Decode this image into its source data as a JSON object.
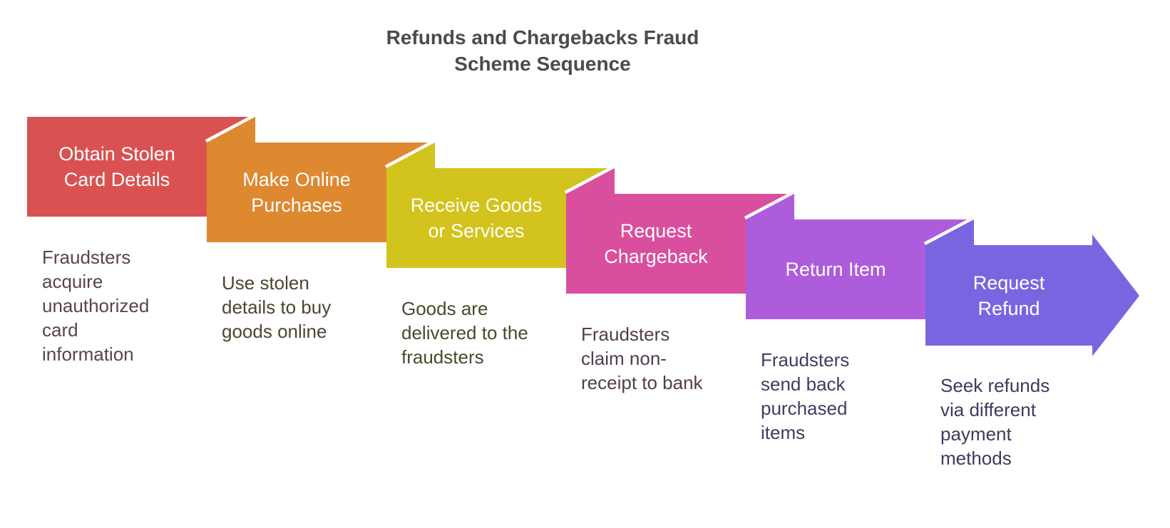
{
  "title": {
    "lines": [
      "Refunds and Chargebacks Fraud",
      "Scheme Sequence"
    ],
    "color": "#4b4b4b"
  },
  "steps": [
    {
      "name": "obtain-stolen-card-details",
      "label_lines": [
        "Obtain Stolen",
        "Card Details"
      ],
      "desc_lines": [
        "Fraudsters",
        "acquire",
        "unauthorized",
        "card",
        "information"
      ],
      "color": "#da5151",
      "desc_color": "#5a4545"
    },
    {
      "name": "make-online-purchases",
      "label_lines": [
        "Make Online",
        "Purchases"
      ],
      "desc_lines": [
        "Use stolen",
        "details to buy",
        "goods online"
      ],
      "color": "#de8830",
      "desc_color": "#4e4530"
    },
    {
      "name": "receive-goods-or-services",
      "label_lines": [
        "Receive Goods",
        "or Services"
      ],
      "desc_lines": [
        "Goods are",
        "delivered to the",
        "fraudsters"
      ],
      "color": "#d2c31d",
      "desc_color": "#4c482e"
    },
    {
      "name": "request-chargeback",
      "label_lines": [
        "Request",
        "Chargeback"
      ],
      "desc_lines": [
        "Fraudsters",
        "claim non-",
        "receipt to bank"
      ],
      "color": "#d94f9e",
      "desc_color": "#523d50"
    },
    {
      "name": "return-item",
      "label_lines": [
        "Return Item"
      ],
      "desc_lines": [
        "Fraudsters",
        "send back",
        "purchased",
        "items"
      ],
      "color": "#ad5cdc",
      "desc_color": "#463a5e"
    },
    {
      "name": "request-refund",
      "label_lines": [
        "Request",
        "Refund"
      ],
      "desc_lines": [
        "Seek refunds",
        "via different",
        "payment",
        "methods"
      ],
      "color": "#7866e0",
      "desc_color": "#3e3a5e"
    }
  ],
  "shapes": {
    "fold_stroke": "#ffffff"
  }
}
